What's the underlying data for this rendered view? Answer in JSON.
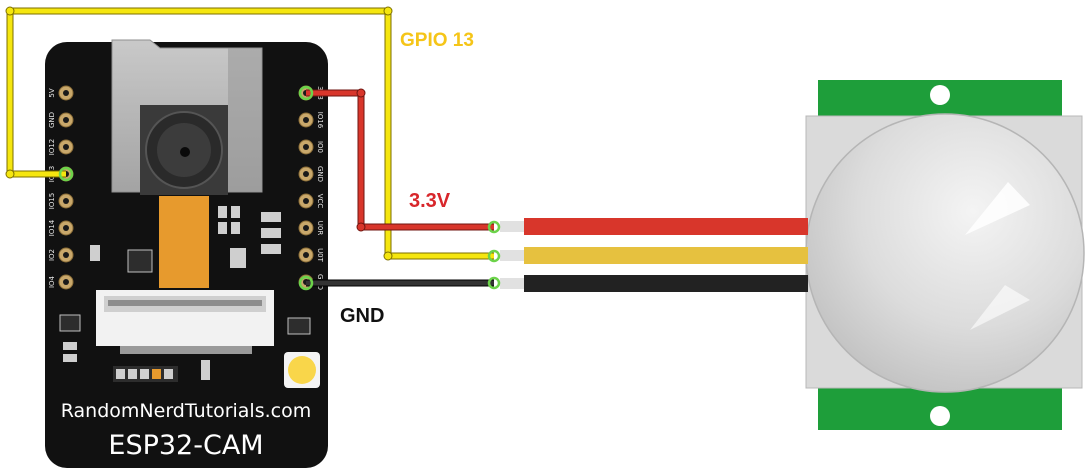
{
  "labels": {
    "gpio": "GPIO 13",
    "power": "3.3V",
    "ground": "GND"
  },
  "board": {
    "website": "RandomNerdTutorials.com",
    "name": "ESP32-CAM",
    "left_pins": [
      "5V",
      "GND",
      "IO12",
      "IO13",
      "IO15",
      "IO14",
      "IO2",
      "IO4"
    ],
    "right_pins": [
      "3V3",
      "IO16",
      "IO0",
      "GND",
      "VCC",
      "U0R",
      "U0T",
      "GND"
    ]
  },
  "colors": {
    "signal_wire": "#f5e60f",
    "power_wire": "#d8362b",
    "ground_wire": "#222222",
    "label_gpio": "#f5c518",
    "label_power": "#d8262b",
    "label_ground": "#111111",
    "sensor_pcb": "#1e9e3a",
    "sensor_dome": "#d6d6d6",
    "board_body": "#111111",
    "camera_flex": "#e79a2d",
    "flash_led": "#f9d64a"
  },
  "icons": [
    "esp32-cam-board",
    "pir-motion-sensor",
    "camera-module",
    "sd-card-slot",
    "flash-led"
  ]
}
